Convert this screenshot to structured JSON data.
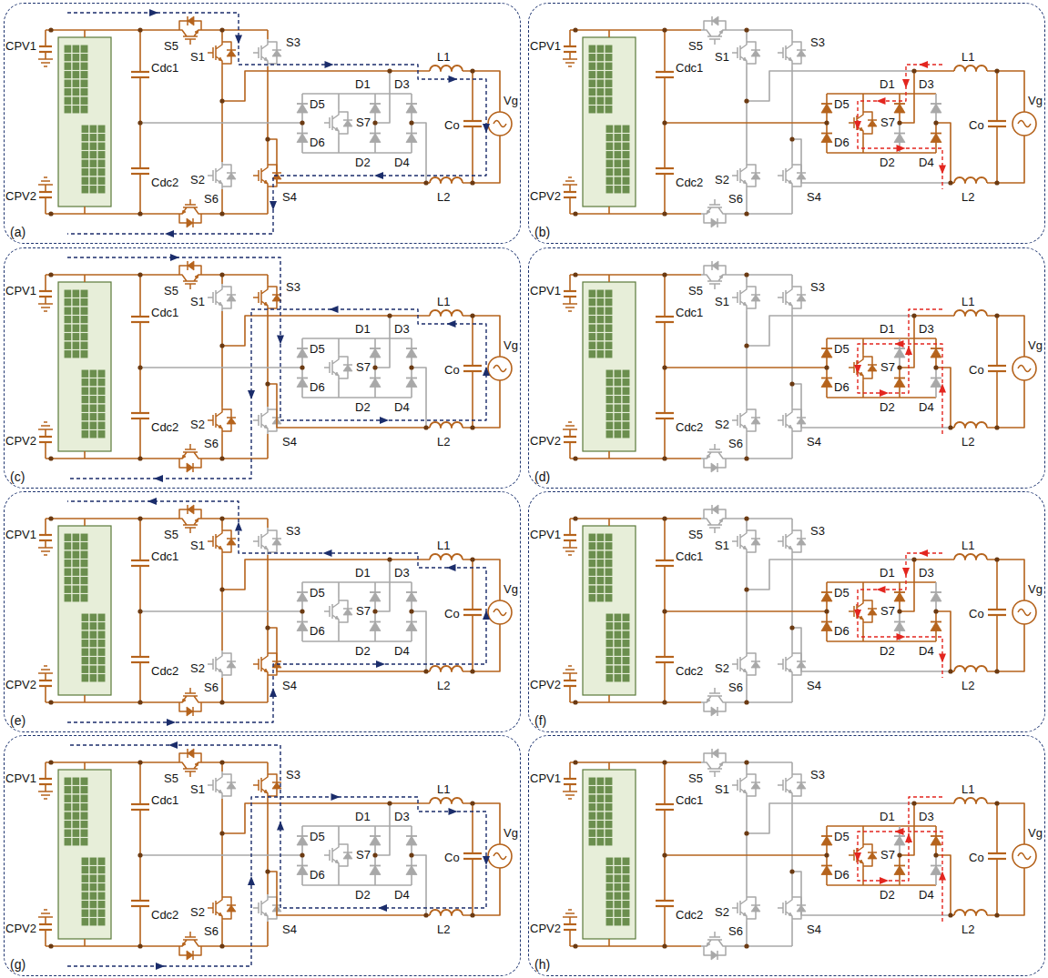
{
  "diagram": {
    "nodes": [
      {
        "text": [
          "(a)"
        ]
      },
      {
        "text": [
          "(b)"
        ]
      },
      {
        "text": [
          "(c)"
        ]
      },
      {
        "text": [
          "(d)"
        ]
      },
      {
        "text": [
          "(e)"
        ]
      },
      {
        "text": [
          "(f)"
        ]
      },
      {
        "text": [
          "(g)"
        ]
      },
      {
        "text": [
          "(h)"
        ]
      }
    ],
    "labels": [
      "CPV1",
      "S5",
      "S1",
      "S3",
      "Cdc1",
      "D5",
      "S7",
      "D1",
      "D3",
      "L1",
      "Co",
      "Vg",
      "D6",
      "D2",
      "D4",
      "CPV2",
      "Cdc2",
      "S2",
      "S4",
      "L2",
      "S6",
      "CPV1",
      "S5",
      "S1",
      "S3",
      "Cdc1",
      "D5",
      "S7",
      "D1",
      "D3",
      "L1",
      "Co",
      "Vg",
      "D6",
      "D2",
      "D4",
      "CPV2",
      "Cdc2",
      "S2",
      "S4",
      "L2",
      "S6",
      "CPV1",
      "S5",
      "S1",
      "S3",
      "Cdc1",
      "D5",
      "S7",
      "D1",
      "D3",
      "L1",
      "Co",
      "Vg",
      "D6",
      "D2",
      "D4",
      "CPV2",
      "Cdc2",
      "S2",
      "S4",
      "L2",
      "S6",
      "CPV1",
      "S5",
      "S1",
      "S3",
      "Cdc1",
      "D5",
      "S7",
      "D1",
      "D3",
      "L1",
      "Co",
      "Vg",
      "D6",
      "D2",
      "D4",
      "CPV2",
      "Cdc2",
      "S2",
      "S4",
      "L2",
      "S6",
      "CPV1",
      "S5",
      "S1",
      "S3",
      "Cdc1",
      "D5",
      "S7",
      "D1",
      "D3",
      "L1",
      "Co",
      "Vg",
      "D6",
      "D2",
      "D4",
      "CPV2",
      "Cdc2",
      "S2",
      "S4",
      "L2",
      "S6",
      "CPV1",
      "S5",
      "S1",
      "S3",
      "Cdc1",
      "D5",
      "S7",
      "D1",
      "D3",
      "L1",
      "Co",
      "Vg",
      "D6",
      "D2",
      "D4",
      "CPV2",
      "Cdc2",
      "S2",
      "S4",
      "L2",
      "S6",
      "CPV1",
      "S5",
      "S1",
      "S3",
      "Cdc1",
      "D5",
      "S7",
      "D1",
      "D3",
      "L1",
      "Co",
      "Vg",
      "D6",
      "D2",
      "D4",
      "CPV2",
      "Cdc2",
      "S2",
      "S4",
      "L2",
      "S6",
      "CPV1",
      "S5",
      "S1",
      "S3",
      "Cdc1",
      "D5",
      "S7",
      "D1",
      "D3",
      "L1",
      "Co",
      "Vg",
      "D6",
      "D2",
      "D4",
      "CPV2",
      "Cdc2",
      "S2",
      "S4",
      "L2",
      "S6"
    ]
  }
}
